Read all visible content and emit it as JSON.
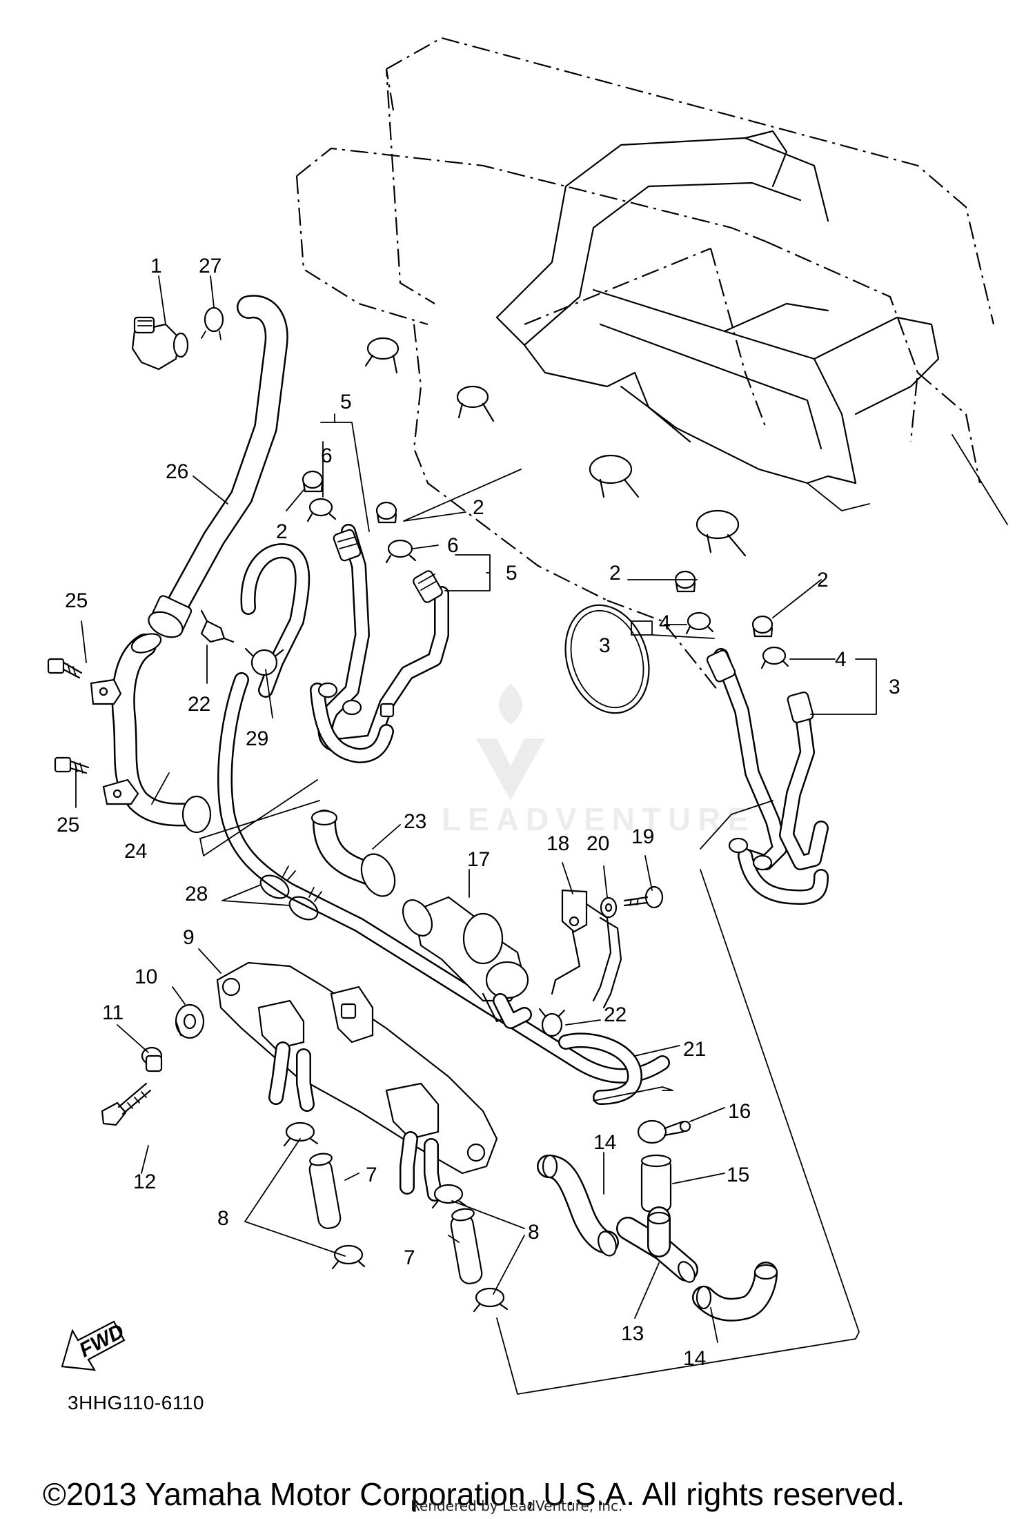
{
  "diagram": {
    "part_code": "3HHG110-6110",
    "direction_label": "FWD",
    "copyright": "©2013 Yamaha Motor Corporation, U.S.A. All rights reserved.",
    "rendered_by": "Rendered by LeadVenture, Inc.",
    "watermark": "LEADVENTURE",
    "callouts": [
      {
        "id": "c1",
        "label": "1"
      },
      {
        "id": "c27",
        "label": "27"
      },
      {
        "id": "c26",
        "label": "26"
      },
      {
        "id": "c5a",
        "label": "5"
      },
      {
        "id": "c6a",
        "label": "6"
      },
      {
        "id": "c2a",
        "label": "2"
      },
      {
        "id": "c2b",
        "label": "2"
      },
      {
        "id": "c6b",
        "label": "6"
      },
      {
        "id": "c5b",
        "label": "5"
      },
      {
        "id": "c2c",
        "label": "2"
      },
      {
        "id": "c2d",
        "label": "2"
      },
      {
        "id": "c4a",
        "label": "4"
      },
      {
        "id": "c3a",
        "label": "3"
      },
      {
        "id": "c4b",
        "label": "4"
      },
      {
        "id": "c3b",
        "label": "3"
      },
      {
        "id": "c25a",
        "label": "25"
      },
      {
        "id": "c25b",
        "label": "25"
      },
      {
        "id": "c22a",
        "label": "22"
      },
      {
        "id": "c29",
        "label": "29"
      },
      {
        "id": "c24",
        "label": "24"
      },
      {
        "id": "c23",
        "label": "23"
      },
      {
        "id": "c17",
        "label": "17"
      },
      {
        "id": "c18",
        "label": "18"
      },
      {
        "id": "c20",
        "label": "20"
      },
      {
        "id": "c19",
        "label": "19"
      },
      {
        "id": "c28",
        "label": "28"
      },
      {
        "id": "c9",
        "label": "9"
      },
      {
        "id": "c10",
        "label": "10"
      },
      {
        "id": "c11",
        "label": "11"
      },
      {
        "id": "c22b",
        "label": "22"
      },
      {
        "id": "c21",
        "label": "21"
      },
      {
        "id": "c16",
        "label": "16"
      },
      {
        "id": "c12",
        "label": "12"
      },
      {
        "id": "c7a",
        "label": "7"
      },
      {
        "id": "c14a",
        "label": "14"
      },
      {
        "id": "c15",
        "label": "15"
      },
      {
        "id": "c8a",
        "label": "8"
      },
      {
        "id": "c8b",
        "label": "8"
      },
      {
        "id": "c7b",
        "label": "7"
      },
      {
        "id": "c13",
        "label": "13"
      },
      {
        "id": "c14b",
        "label": "14"
      }
    ]
  }
}
